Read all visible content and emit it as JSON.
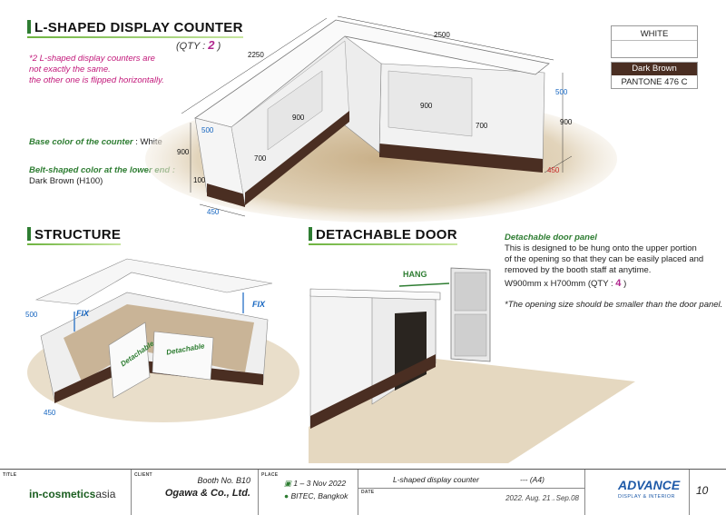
{
  "counter_section": {
    "title": "L-SHAPED DISPLAY COUNTER",
    "qty_prefix": "(QTY :",
    "qty_value": "2",
    "qty_suffix": ")",
    "note_line1": "*2 L-shaped display counters are",
    "note_line2": "not exactly the same.",
    "note_line3": "the other one is flipped horizontally.",
    "base_color_label": "Base color of the counter",
    "base_color_value": ": White",
    "belt_label": "Belt-shaped color at the lower end :",
    "belt_value": "Dark Brown (H100)",
    "dims": {
      "d2500": "2500",
      "d2250": "2250",
      "d500_left": "500",
      "d500_right": "500",
      "d900_left_front": "900",
      "d900_right_front": "900",
      "d900_height_left": "900",
      "d900_height_right": "900",
      "d700_left": "700",
      "d700_right": "700",
      "d100": "100",
      "d450_left": "450",
      "d450_right": "450"
    }
  },
  "swatches": {
    "white_label": "WHITE",
    "brown_label": "Dark Brown",
    "brown_code": "PANTONE 476 C",
    "brown_color": "#4a2e22"
  },
  "structure_section": {
    "title": "STRUCTURE",
    "fix_left": "FIX",
    "fix_right": "FIX",
    "detachable_1": "Detachable",
    "detachable_2": "Detachable",
    "dim500": "500",
    "dim450": "450"
  },
  "door_section": {
    "title": "DETACHABLE DOOR",
    "hang": "HANG",
    "panel_title": "Detachable door panel",
    "desc1": "This is designed to be hung onto the upper portion",
    "desc2": "of the opening so that they can be easily placed and",
    "desc3": "removed by the booth staff at anytime.",
    "size_text": "W900mm x H700mm (QTY :",
    "size_qty": "4",
    "size_close": ")",
    "note": "*The opening size should be smaller than the door panel."
  },
  "footer": {
    "title_tag": "TITLE",
    "event_prefix": "in-cosmetics",
    "event_suffix": "asia",
    "client_tag": "CLIENT",
    "booth": "Booth No. B10",
    "client": "Ogawa & Co., Ltd.",
    "place_tag": "PLACE",
    "event_date": "1 – 3 Nov 2022",
    "venue": "BITEC, Bangkok",
    "drawing_name": "L-shaped display counter",
    "paper": "--- (A4)",
    "date_tag": "DATE",
    "date_value": "2022. Aug. 21",
    "date_rev": "Sep.08",
    "brand_main": "ADVANCE",
    "brand_sub": "DISPLAY & INTERIOR",
    "page": "10"
  }
}
